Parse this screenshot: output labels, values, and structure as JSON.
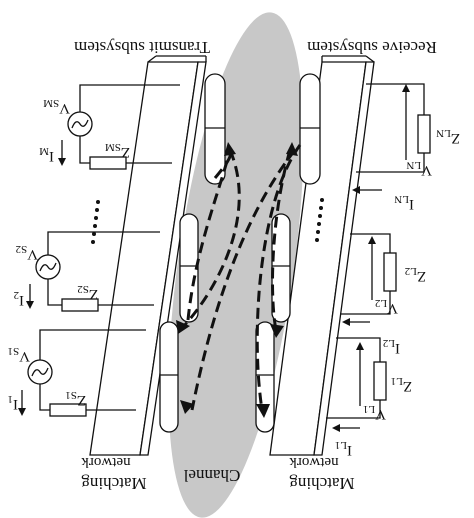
{
  "labels": {
    "transmit_subsystem": "Transmit subsystem",
    "receive_subsystem": "Receive subsystem",
    "matching_network_left_1": "Matching",
    "matching_network_left_2": "network",
    "matching_network_right_1": "Matching",
    "matching_network_right_2": "network",
    "channel": "Channel"
  },
  "transmit_ports": [
    {
      "source": "V",
      "source_sub": "SM",
      "current": "I",
      "current_sub": "M",
      "impedance": "Z",
      "impedance_sub": "SM"
    },
    {
      "source": "V",
      "source_sub": "S2",
      "current": "I",
      "current_sub": "2",
      "impedance": "Z",
      "impedance_sub": "S2"
    },
    {
      "source": "V",
      "source_sub": "S1",
      "current": "I",
      "current_sub": "1",
      "impedance": "Z",
      "impedance_sub": "S1"
    }
  ],
  "receive_ports": [
    {
      "voltage": "V",
      "voltage_sub": "LN",
      "current": "I",
      "current_sub": "LN",
      "impedance": "Z",
      "impedance_sub": "LN"
    },
    {
      "voltage": "V",
      "voltage_sub": "L2",
      "current": "I",
      "current_sub": "L2",
      "impedance": "Z",
      "impedance_sub": "L2"
    },
    {
      "voltage": "V",
      "voltage_sub": "L1",
      "current": "I",
      "current_sub": "L1",
      "impedance": "Z",
      "impedance_sub": "L1"
    }
  ]
}
